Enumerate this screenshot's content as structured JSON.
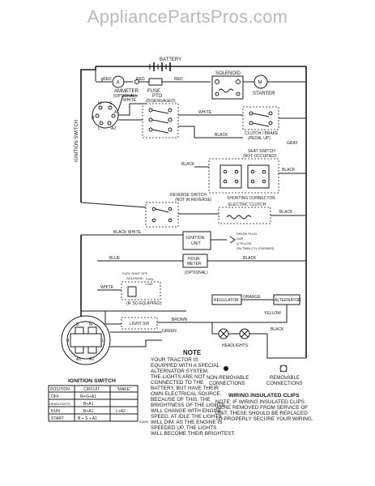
{
  "watermark": "AppliancePartsPros.com",
  "components": {
    "battery": "BATTERY",
    "ammeter": "AMMETER",
    "ammeter_sub": "(OPTIONAL)",
    "ammeter_symbol": "A",
    "fuse": "FUSE",
    "solenoid": "SOLENOID",
    "starter": "STARTER",
    "motor_symbol": "M",
    "pto": "PTO",
    "pto_sub": "(DISENGAGED)",
    "clutch_brake": "CLUTCH / BRAKE",
    "clutch_brake_sub": "(PEDAL UP)",
    "seat_switch": "SEAT SWITCH",
    "seat_switch_sub": "(NOT OCCUPIED)",
    "shorting_connector": "SHORTING CONNECTOR",
    "reverse_switch": "REVERSE SWITCH",
    "reverse_switch_sub": "(NOT IN REVERSE)",
    "electric_clutch": "ELECTRIC CLUTCH",
    "ignition_unit_1": "IGNITION",
    "ignition_unit_2": "UNIT",
    "spark_plug_1": "SPARK PLUG",
    "spark_plug_2": "GAP",
    "spark_plug_3": "(2 PLUGS",
    "spark_plug_4": "ON TWIN CYL ENGINES)",
    "hour_meter_1": "HOUR",
    "hour_meter_2": "METER",
    "hour_meter_sub": "(OPTIONAL)",
    "fuel_shutoff_1": "FUEL SHUT OFF",
    "fuel_shutoff_2": "SOLENOID",
    "fuel_line_1": "FUEL",
    "fuel_line_2": "LINE",
    "if_so_equipped": "(IF SO EQUIPPED)",
    "light_sw": "LIGHT SW",
    "regulator": "REGULATOR",
    "alternator": "ALTERNATOR",
    "headlights": "HEADLIGHTS",
    "ignition_switch_vertical": "IGNITION SWITCH",
    "ign_terminals": [
      "M",
      "S",
      "A1",
      "A2",
      "B",
      "L"
    ]
  },
  "wire_colors": {
    "red": "RED",
    "black": "BLACK",
    "white": "WHITE",
    "gray": "GRAY",
    "blue": "BLUE",
    "black_white": "BLACK WHITE",
    "brown": "BROWN",
    "orange": "ORANGE",
    "yellow": "YELLOW",
    "green": "GREEN"
  },
  "ignition_table": {
    "title": "IGNITION SWITCH",
    "headers": [
      "POSITION",
      "CIRCUIT",
      "\"MAKE\""
    ],
    "rows": [
      [
        "OFF",
        "M+G+A1",
        ""
      ],
      [
        "HEADLIGHTS",
        "B+A1",
        ""
      ],
      [
        "RUN",
        "B+A1",
        "L+A2"
      ],
      [
        "START",
        "B + S + A1",
        ""
      ]
    ]
  },
  "note": {
    "title": "NOTE",
    "lines": [
      "YOUR TRACTOR IS",
      "EQUIPPED WITH A SPECIAL",
      "ALTERNATOR SYSTEM.",
      "THE LIGHTS ARE NOT",
      "CONNECTED TO THE",
      "BATTERY, BUT HAVE THEIR",
      "OWN ELECTRICAL SOURCE.",
      "BECAUSE OF THIS, THE",
      "BRIGHTNESS OF THE LIGHTS",
      "WILL CHANGE WITH ENGINE",
      "SPEED. AT IDLE THE LIGHTS",
      "WILL DIM. AS THE ENGINE IS",
      "SPEEDED UP, THE LIGHTS",
      "WILL BECOME THEIR BRIGHTEST."
    ]
  },
  "connections": {
    "non_removable": [
      "NON-REMOVABLE",
      "CONNECTIONS"
    ],
    "removable": [
      "REMOVABLE",
      "CONNECTIONS"
    ]
  },
  "clips": {
    "title": "WIRING INSULATED CLIPS",
    "lines": [
      "NOTE: IF WIRING INSULATED CLIPS",
      "WERE REMOVED FROM SERVICE OF",
      "UNIT, THESE SHOULD BE REPLACED",
      "TO PROPERLY SECURE YOUR WIRING."
    ]
  },
  "code": "02630"
}
